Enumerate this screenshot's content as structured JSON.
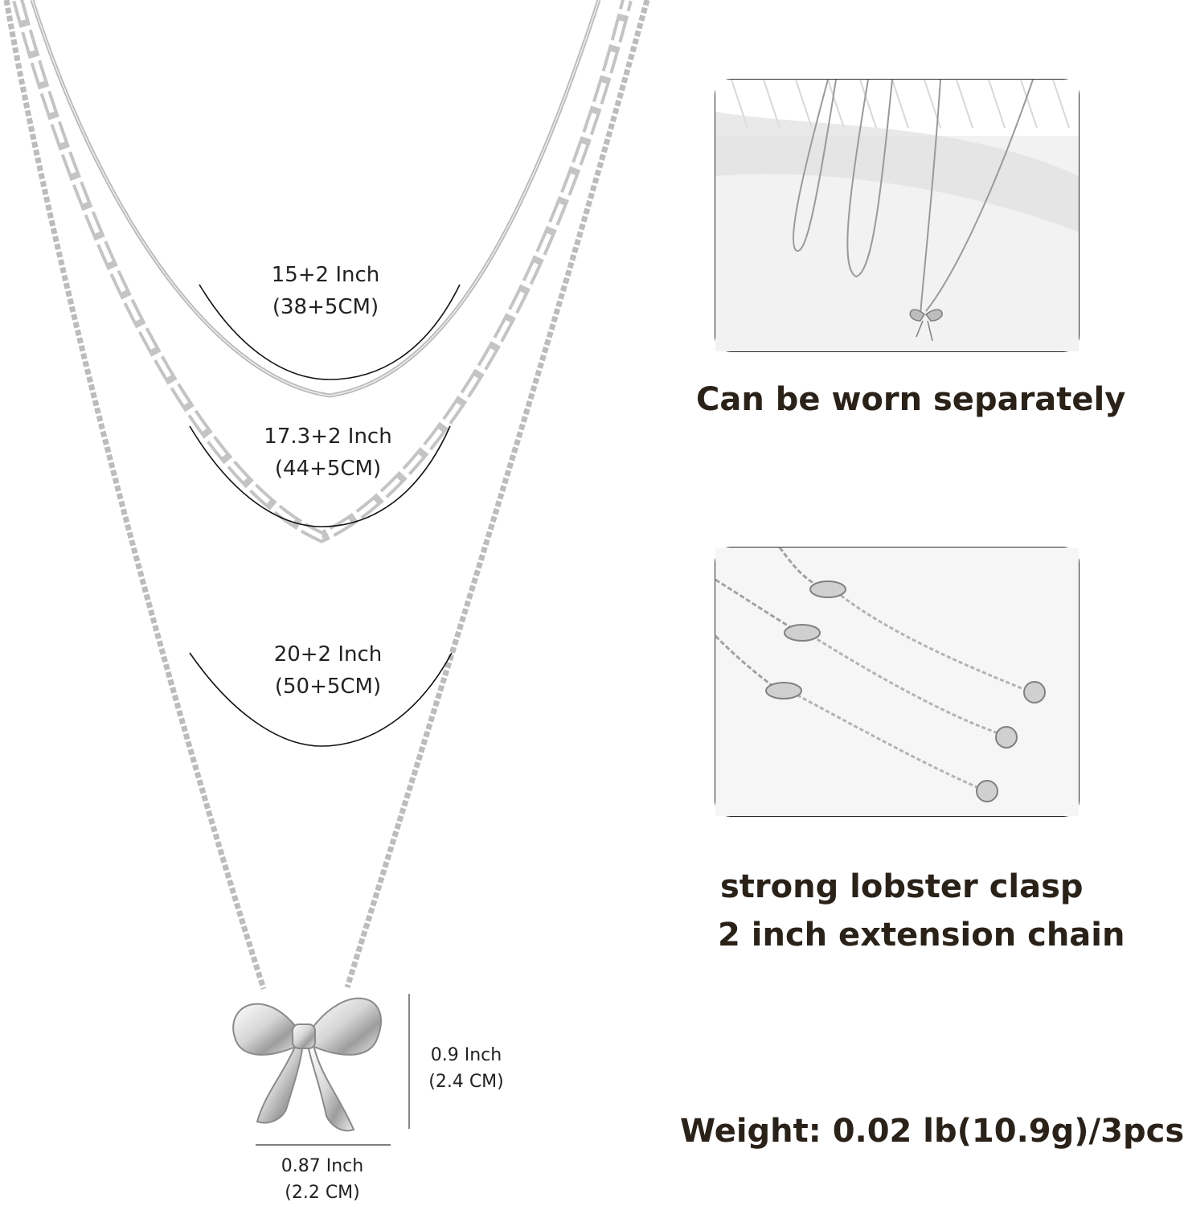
{
  "necklace_lengths": [
    {
      "inch": "15+2 Inch",
      "cm": "(38+5CM)"
    },
    {
      "inch": "17.3+2 Inch",
      "cm": "(44+5CM)"
    },
    {
      "inch": "20+2 Inch",
      "cm": "(50+5CM)"
    }
  ],
  "pendant": {
    "height_inch": "0.9 Inch",
    "height_cm": "(2.4 CM)",
    "width_inch": "0.87 Inch",
    "width_cm": "(2.2 CM)"
  },
  "features": {
    "separate_caption": "Can be worn separately",
    "clasp_caption_1": "strong lobster clasp",
    "clasp_caption_2": "2 inch extension chain",
    "weight_caption": "Weight: 0.02 lb(10.9g)/3pcs"
  },
  "colors": {
    "silver": "#c9c9c9",
    "silver_dark": "#8e8e8e",
    "caption_text": "#2a2119"
  }
}
